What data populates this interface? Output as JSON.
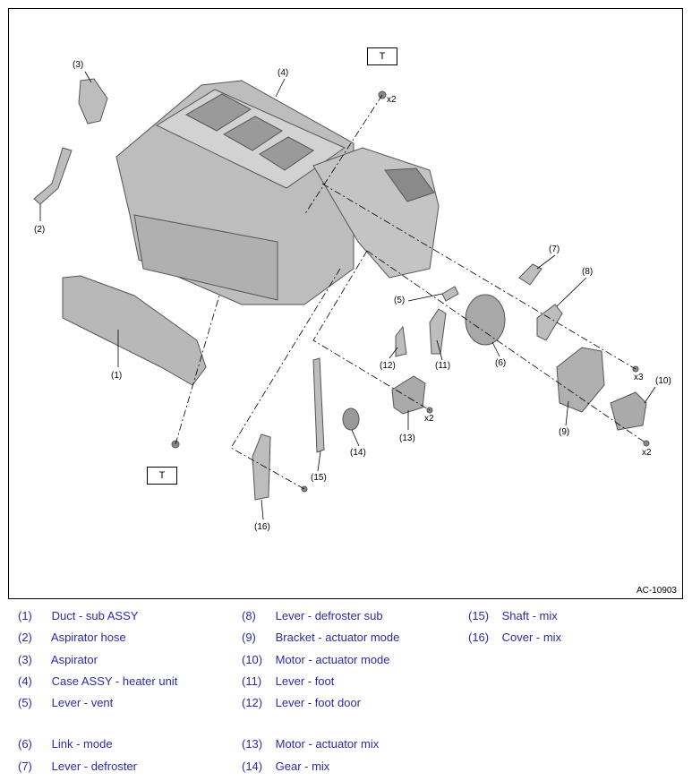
{
  "figure": {
    "reference_code": "AC-10903",
    "callouts": [
      "(1)",
      "(2)",
      "(3)",
      "(4)",
      "(5)",
      "(6)",
      "(7)",
      "(8)",
      "(9)",
      "(10)",
      "(11)",
      "(12)",
      "(13)",
      "(14)",
      "(15)",
      "(16)"
    ],
    "torque_marks": [
      "T",
      "T"
    ],
    "quantities": [
      "x2",
      "x3",
      "x2",
      "x2"
    ]
  },
  "legend": [
    {
      "num": "(1)",
      "label": "Duct - sub ASSY"
    },
    {
      "num": "(2)",
      "label": "Aspirator hose"
    },
    {
      "num": "(3)",
      "label": "Aspirator"
    },
    {
      "num": "(4)",
      "label": "Case ASSY - heater unit"
    },
    {
      "num": "(5)",
      "label": "Lever - vent"
    },
    {
      "num": "(6)",
      "label": "Link - mode"
    },
    {
      "num": "(7)",
      "label": "Lever - defroster"
    },
    {
      "num": "(8)",
      "label": "Lever - defroster sub"
    },
    {
      "num": "(9)",
      "label": "Bracket - actuator mode"
    },
    {
      "num": "(10)",
      "label": "Motor - actuator mode"
    },
    {
      "num": "(11)",
      "label": "Lever - foot"
    },
    {
      "num": "(12)",
      "label": "Lever - foot door"
    },
    {
      "num": "(13)",
      "label": "Motor - actuator mix"
    },
    {
      "num": "(14)",
      "label": "Gear - mix"
    },
    {
      "num": "(15)",
      "label": "Shaft - mix"
    },
    {
      "num": "(16)",
      "label": "Cover - mix"
    }
  ]
}
